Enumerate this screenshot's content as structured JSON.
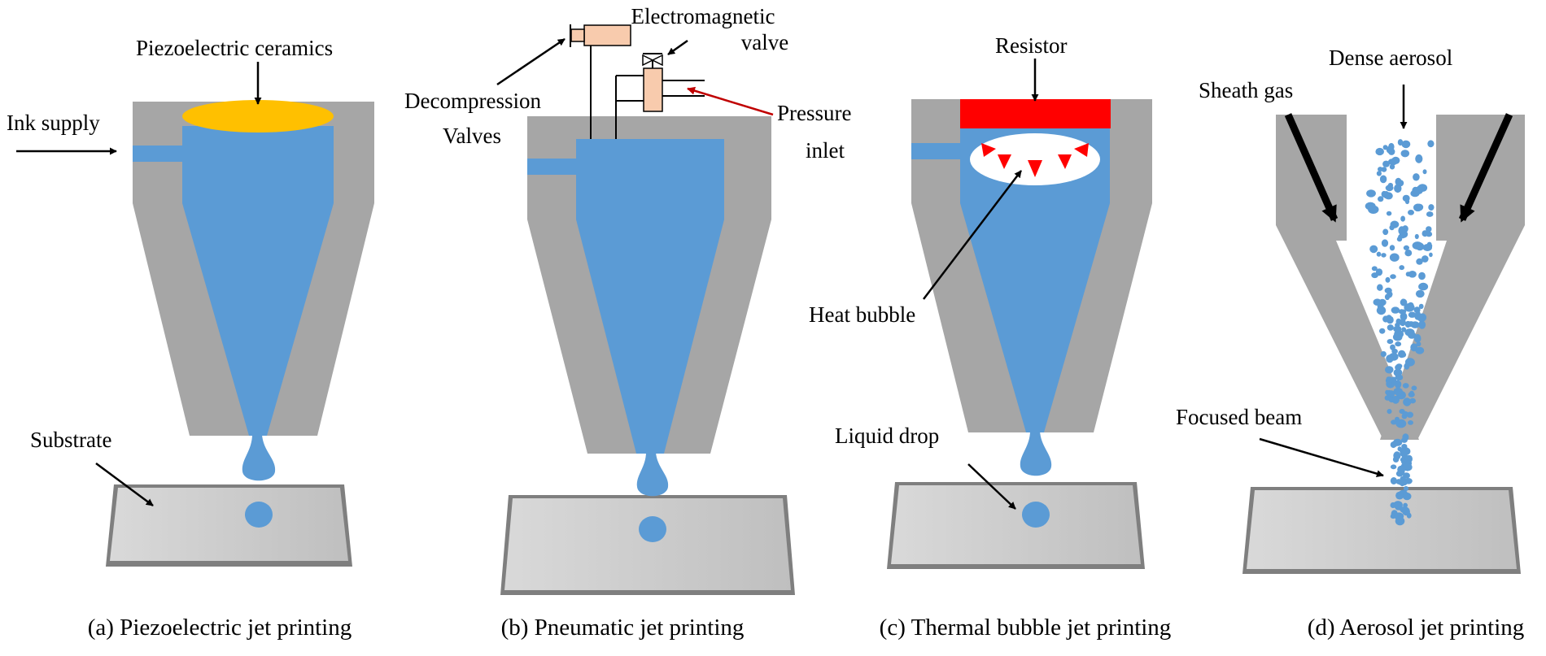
{
  "colors": {
    "nozzle": "#a6a6a6",
    "ink": "#5b9bd5",
    "piezo": "#ffc000",
    "resistor": "#ff0000",
    "valve": "#f8cbad",
    "substrate_top": "#cfcfcf",
    "substrate_edge": "#7f7f7f",
    "red_arrow": "#c00000"
  },
  "panels": {
    "a": {
      "caption": "(a) Piezoelectric jet printing",
      "labels": {
        "piezo": "Piezoelectric ceramics",
        "ink_supply": "Ink supply",
        "substrate": "Substrate"
      }
    },
    "b": {
      "caption": "(b) Pneumatic jet printing",
      "labels": {
        "electromagnetic_1": "Electromagnetic",
        "electromagnetic_2": "valve",
        "decompression_1": "Decompression",
        "decompression_2": "Valves",
        "pressure_1": "Pressure",
        "pressure_2": "inlet"
      }
    },
    "c": {
      "caption": "(c) Thermal bubble jet printing",
      "labels": {
        "resistor": "Resistor",
        "heat_bubble": "Heat bubble",
        "liquid_drop": "Liquid drop"
      }
    },
    "d": {
      "caption": "(d) Aerosol jet printing",
      "labels": {
        "sheath_gas": "Sheath gas",
        "dense_aerosol": "Dense aerosol",
        "focused_beam": "Focused beam"
      }
    }
  }
}
